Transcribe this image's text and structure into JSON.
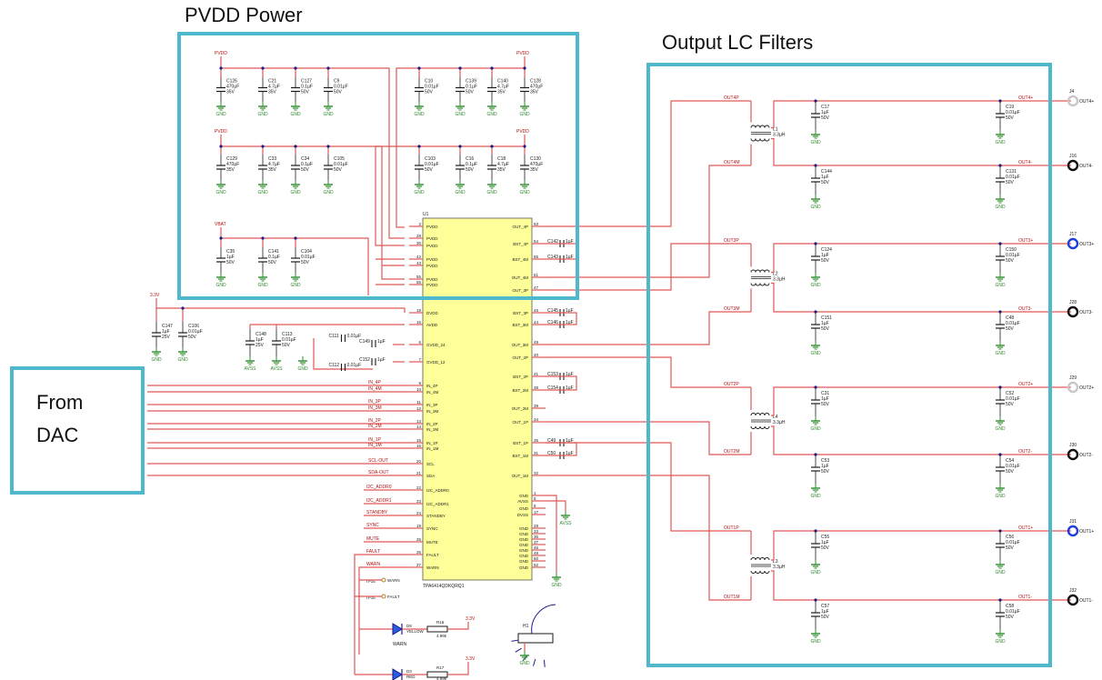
{
  "annotations": {
    "pvdd_title": "PVDD Power",
    "lc_title": "Output LC Filters",
    "from_label": "From",
    "dac_label": "DAC"
  },
  "ic": {
    "ref": "U1",
    "part": "TPA6414QDKQRQ1",
    "left_pins": [
      {
        "num": "2",
        "name": "PVDD"
      },
      {
        "num": "28",
        "name": "PVDD"
      },
      {
        "num": "30",
        "name": "PVDD"
      },
      {
        "num": "42",
        "name": "PVDD"
      },
      {
        "num": "43",
        "name": "PVDD"
      },
      {
        "num": "55",
        "name": "PVDD"
      },
      {
        "num": "56",
        "name": "PVDD"
      },
      {
        "num": "18",
        "name": "DVDD"
      },
      {
        "num": "16",
        "name": "AVDD"
      },
      {
        "num": "6",
        "name": "GVDD_24"
      },
      {
        "num": "7",
        "name": "GVDD_12"
      },
      {
        "num": "9",
        "name": "IN_4P"
      },
      {
        "num": "10",
        "name": "IN_4M"
      },
      {
        "num": "11",
        "name": "IN_3P"
      },
      {
        "num": "12",
        "name": "IN_3M"
      },
      {
        "num": "13",
        "name": "IN_2P"
      },
      {
        "num": "14",
        "name": "IN_2M"
      },
      {
        "num": "15",
        "name": "IN_1P"
      },
      {
        "num": "16",
        "name": "IN_1M"
      },
      {
        "num": "20",
        "name": "SCL"
      },
      {
        "num": "21",
        "name": "SDA"
      },
      {
        "num": "22",
        "name": "I2C_ADDR0"
      },
      {
        "num": "23",
        "name": "I2C_ADDR1"
      },
      {
        "num": "24",
        "name": "STANDBY"
      },
      {
        "num": "19",
        "name": "SYNC"
      },
      {
        "num": "25",
        "name": "MUTE"
      },
      {
        "num": "26",
        "name": "FAULT"
      },
      {
        "num": "27",
        "name": "WARN"
      }
    ],
    "right_pins": [
      {
        "num": "53",
        "name": "OUT_4P"
      },
      {
        "num": "54",
        "name": "BST_4P"
      },
      {
        "num": "55",
        "name": "BST_4M"
      },
      {
        "num": "51",
        "name": "OUT_4M"
      },
      {
        "num": "47",
        "name": "OUT_3P"
      },
      {
        "num": "45",
        "name": "BST_3P"
      },
      {
        "num": "44",
        "name": "BST_3M"
      },
      {
        "num": "49",
        "name": "OUT_3M"
      },
      {
        "num": "40",
        "name": "OUT_2P"
      },
      {
        "num": "41",
        "name": "BST_2P"
      },
      {
        "num": "38",
        "name": "BST_2M"
      },
      {
        "num": "39",
        "name": "OUT_2M"
      },
      {
        "num": "34",
        "name": "OUT_1P"
      },
      {
        "num": "35",
        "name": "BST_1P"
      },
      {
        "num": "31",
        "name": "BST_1M"
      },
      {
        "num": "32",
        "name": "OUT_1M"
      },
      {
        "num": "1",
        "name": "GND"
      },
      {
        "num": "5",
        "name": "AVSS"
      },
      {
        "num": "8",
        "name": "GND"
      },
      {
        "num": "17",
        "name": "DVSS"
      },
      {
        "num": "28",
        "name": "GND"
      },
      {
        "num": "33",
        "name": "GND"
      },
      {
        "num": "36",
        "name": "GND"
      },
      {
        "num": "37",
        "name": "GND"
      },
      {
        "num": "46",
        "name": "GND"
      },
      {
        "num": "48",
        "name": "GND"
      },
      {
        "num": "50",
        "name": "GND"
      },
      {
        "num": "52",
        "name": "GND"
      }
    ]
  },
  "nets": {
    "pvdd": "PVDD",
    "vbat": "VBAT",
    "v33": "3.3V",
    "gnd": "GND",
    "avss": "AVSS"
  },
  "pvdd_caps": [
    {
      "ref": "C126",
      "value": "470µF",
      "volt": "35V"
    },
    {
      "ref": "C21",
      "value": "4.7µF",
      "volt": "35V"
    },
    {
      "ref": "C127",
      "value": "0.1µF",
      "volt": "50V"
    },
    {
      "ref": "C9",
      "value": "0.01µF",
      "volt": "50V"
    },
    {
      "ref": "C10",
      "value": "0.01µF",
      "volt": "50V"
    },
    {
      "ref": "C139",
      "value": "0.1µF",
      "volt": "50V"
    },
    {
      "ref": "C140",
      "value": "4.7µF",
      "volt": "35V"
    },
    {
      "ref": "C128",
      "value": "470µF",
      "volt": "35V"
    },
    {
      "ref": "C129",
      "value": "470µF",
      "volt": "35V"
    },
    {
      "ref": "C33",
      "value": "4.7µF",
      "volt": "35V"
    },
    {
      "ref": "C34",
      "value": "0.1µF",
      "volt": "50V"
    },
    {
      "ref": "C105",
      "value": "0.01µF",
      "volt": "50V"
    },
    {
      "ref": "C103",
      "value": "0.01µF",
      "volt": "50V"
    },
    {
      "ref": "C16",
      "value": "0.1µF",
      "volt": "50V"
    },
    {
      "ref": "C18",
      "value": "4.7µF",
      "volt": "35V"
    },
    {
      "ref": "C130",
      "value": "470µF",
      "volt": "35V"
    }
  ],
  "vbat_caps": [
    {
      "ref": "C35",
      "value": "1µF",
      "volt": "50V"
    },
    {
      "ref": "C141",
      "value": "0.1µF",
      "volt": "50V"
    },
    {
      "ref": "C104",
      "value": "0.01µF",
      "volt": "50V"
    }
  ],
  "supply_caps": [
    {
      "ref": "C147",
      "value": "1µF",
      "volt": "25V"
    },
    {
      "ref": "C106",
      "value": "0.01µF",
      "volt": "50V"
    },
    {
      "ref": "C148",
      "value": "1µF",
      "volt": "25V"
    },
    {
      "ref": "C113",
      "value": "0.01µF",
      "volt": "50V"
    }
  ],
  "gvdd_caps": [
    {
      "ref": "C111",
      "value": "0.01µF",
      "volt": "50V"
    },
    {
      "ref": "C149",
      "value": "1µF",
      "volt": "25V"
    },
    {
      "ref": "C112",
      "value": "0.01µF",
      "volt": "50V"
    },
    {
      "ref": "C152",
      "value": "1µF",
      "volt": "25V"
    }
  ],
  "bst_caps": [
    "C142",
    "C143",
    "C145",
    "C146",
    "C153",
    "C154",
    "C49",
    "C50"
  ],
  "bst_value": "1µF",
  "input_nets": [
    "IN_4P",
    "IN_4M",
    "IN_3P",
    "IN_3M",
    "IN_2P",
    "IN_2M",
    "IN_1P",
    "IN_1M",
    "SCL-OUT",
    "SDA-OUT"
  ],
  "control_nets": [
    "I2C_ADDR0",
    "I2C_ADDR1",
    "STANDBY",
    "SYNC",
    "MUTE",
    "FAULT",
    "WARN"
  ],
  "channels": [
    {
      "net_p": "OUT4P",
      "net_m": "OUT4M",
      "inductor": "L1",
      "ind_value": "3.3µH",
      "cap_top": {
        "ref": "C17",
        "value": "1µF",
        "volt": "50V"
      },
      "cap_bot": {
        "ref": "C144",
        "value": "1µF",
        "volt": "50V"
      },
      "cap_top_r": {
        "ref": "C19",
        "value": "0.01µF",
        "volt": "50V"
      },
      "cap_bot_r": {
        "ref": "C131",
        "value": "0.01µF",
        "volt": "50V"
      },
      "conn_top": {
        "ref": "J4",
        "label": "OUT4+",
        "net": "OUT4+"
      },
      "conn_bot": {
        "ref": "J16",
        "label": "OUT4-",
        "net": "OUT4-"
      }
    },
    {
      "net_p": "OUT3P",
      "net_m": "OUT3M",
      "inductor": "L2",
      "ind_value": "3.3µH",
      "cap_top": {
        "ref": "C124",
        "value": "1µF",
        "volt": "50V"
      },
      "cap_bot": {
        "ref": "C151",
        "value": "1µF",
        "volt": "50V"
      },
      "cap_top_r": {
        "ref": "C150",
        "value": "0.01µF",
        "volt": "50V"
      },
      "cap_bot_r": {
        "ref": "C48",
        "value": "0.01µF",
        "volt": "50V"
      },
      "conn_top": {
        "ref": "J17",
        "label": "OUT3+",
        "net": "OUT3+"
      },
      "conn_bot": {
        "ref": "J28",
        "label": "OUT3-",
        "net": "OUT3-"
      }
    },
    {
      "net_p": "OUT2P",
      "net_m": "OUT2M",
      "inductor": "L4",
      "ind_value": "3.3µH",
      "cap_top": {
        "ref": "C31",
        "value": "1µF",
        "volt": "50V"
      },
      "cap_bot": {
        "ref": "C53",
        "value": "1µF",
        "volt": "50V"
      },
      "cap_top_r": {
        "ref": "C52",
        "value": "0.01µF",
        "volt": "50V"
      },
      "cap_bot_r": {
        "ref": "C54",
        "value": "0.01µF",
        "volt": "50V"
      },
      "conn_top": {
        "ref": "J29",
        "label": "OUT2+",
        "net": "OUT2+"
      },
      "conn_bot": {
        "ref": "J30",
        "label": "OUT2-",
        "net": "OUT2-"
      }
    },
    {
      "net_p": "OUT1P",
      "net_m": "OUT1M",
      "inductor": "L3",
      "ind_value": "3.3µH",
      "cap_top": {
        "ref": "C55",
        "value": "1µF",
        "volt": "50V"
      },
      "cap_bot": {
        "ref": "C57",
        "value": "1µF",
        "volt": "50V"
      },
      "cap_top_r": {
        "ref": "C56",
        "value": "0.01µF",
        "volt": "50V"
      },
      "cap_bot_r": {
        "ref": "C58",
        "value": "0.01µF",
        "volt": "50V"
      },
      "conn_top": {
        "ref": "J31",
        "label": "OUT1+",
        "net": "OUT1+"
      },
      "conn_bot": {
        "ref": "J32",
        "label": "OUT1-",
        "net": "OUT1-"
      }
    }
  ],
  "status": {
    "tp_warn": "TP15",
    "tp_warn_label": "WARN",
    "tp_fault": "TP16",
    "tp_fault_label": "FAULT",
    "led1": "D8",
    "led1_color": "YELLOW",
    "led1_label": "WARN",
    "led2": "D3",
    "led2_color": "RED",
    "r1": "R16",
    "r1_value": "4.99k",
    "r2": "R17",
    "r2_value": "4.99k",
    "h1": "H1"
  },
  "colors": {
    "wire": "#e05858",
    "frame": "#4fb8cc",
    "ic_fill": "#ffff99",
    "ground": "#2e8b2e",
    "net_label": "#b01010",
    "component": "#1a1a1a",
    "conn_blue": "#1f3fd6"
  }
}
